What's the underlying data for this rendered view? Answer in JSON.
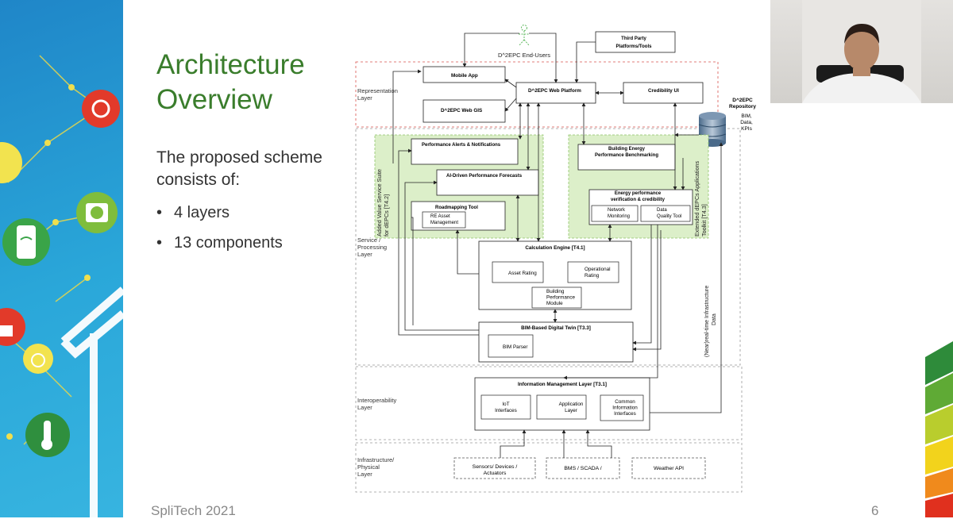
{
  "slide": {
    "title_line1": "Architecture",
    "title_line2": "Overview",
    "subtitle": "The proposed scheme consists of:",
    "bullets": [
      "4 layers",
      "13 components"
    ],
    "footer_left": "SpliTech 2021",
    "page_number": "6"
  },
  "diagram": {
    "end_users": "D^2EPC End-Users",
    "third_party": [
      "Third Party",
      "Platforms/Tools"
    ],
    "layers": {
      "representation": [
        "Representation",
        "Layer"
      ],
      "service": [
        "Service /",
        "Processing",
        "Layer"
      ],
      "interoperability": [
        "Interoperability",
        "Layer"
      ],
      "infrastructure": [
        "Infrastructure/",
        "Physical",
        "Layer"
      ]
    },
    "repository": [
      "D^2EPC",
      "Repository",
      "BIM,",
      "Data,",
      "KPIs"
    ],
    "representation_components": {
      "mobile_app": "Mobile App",
      "web_gis": "D^2EPC Web GIS",
      "web_platform": "D^2EPC Web Platform",
      "credibility_ui": "Credibility UI"
    },
    "suite_left_label": [
      "Added Value Service Suite",
      "for dEPCs [T4.2]"
    ],
    "suite_right_label": [
      "Extended dEPCs Applications",
      "Toolkit [T4.3]"
    ],
    "service_components": {
      "alerts": "Performance Alerts & Notifications",
      "forecasts": "AI-Driven Performance Forecasts",
      "roadmapping": "Roadmapping Tool",
      "re_asset": [
        "RE Asset",
        "Management"
      ],
      "benchmarking": [
        "Building Energy",
        "Performance Benchmarking"
      ],
      "verification": [
        "Energy performance",
        "verification & credibility"
      ],
      "network_monitoring": [
        "Network",
        "Monitoring"
      ],
      "data_quality": [
        "Data",
        "Quality Tool"
      ],
      "calc_engine": "Calculation Engine [T4.1]",
      "asset_rating": "Asset Rating",
      "operational_rating": [
        "Operational",
        "Rating"
      ],
      "bpm": [
        "Building",
        "Performance",
        "Module"
      ],
      "digital_twin": "BIM-Based Digital Twin [T3.3]",
      "bim_parser": "BIM Parser"
    },
    "realtime_label": [
      "(Near)real-time Infrastructure",
      "Data"
    ],
    "interop_components": {
      "info_mgmt": "Information Management Layer [T3.1]",
      "iot": [
        "IoT",
        "Interfaces"
      ],
      "app_layer": [
        "Application",
        "Layer"
      ],
      "common_info": [
        "Common",
        "Information",
        "Interfaces"
      ]
    },
    "infra_components": {
      "sensors": [
        "Sensors/ Devices /",
        "Actuators"
      ],
      "bms": "BMS / SCADA /",
      "weather": "Weather API"
    }
  },
  "colors": {
    "title_green": "#3a7d2c",
    "suite_fill": "#dcefc9",
    "layer_border_red": "#d9534f",
    "layer_border_gray": "#999999",
    "left_panel_blue": "#2293cf"
  }
}
